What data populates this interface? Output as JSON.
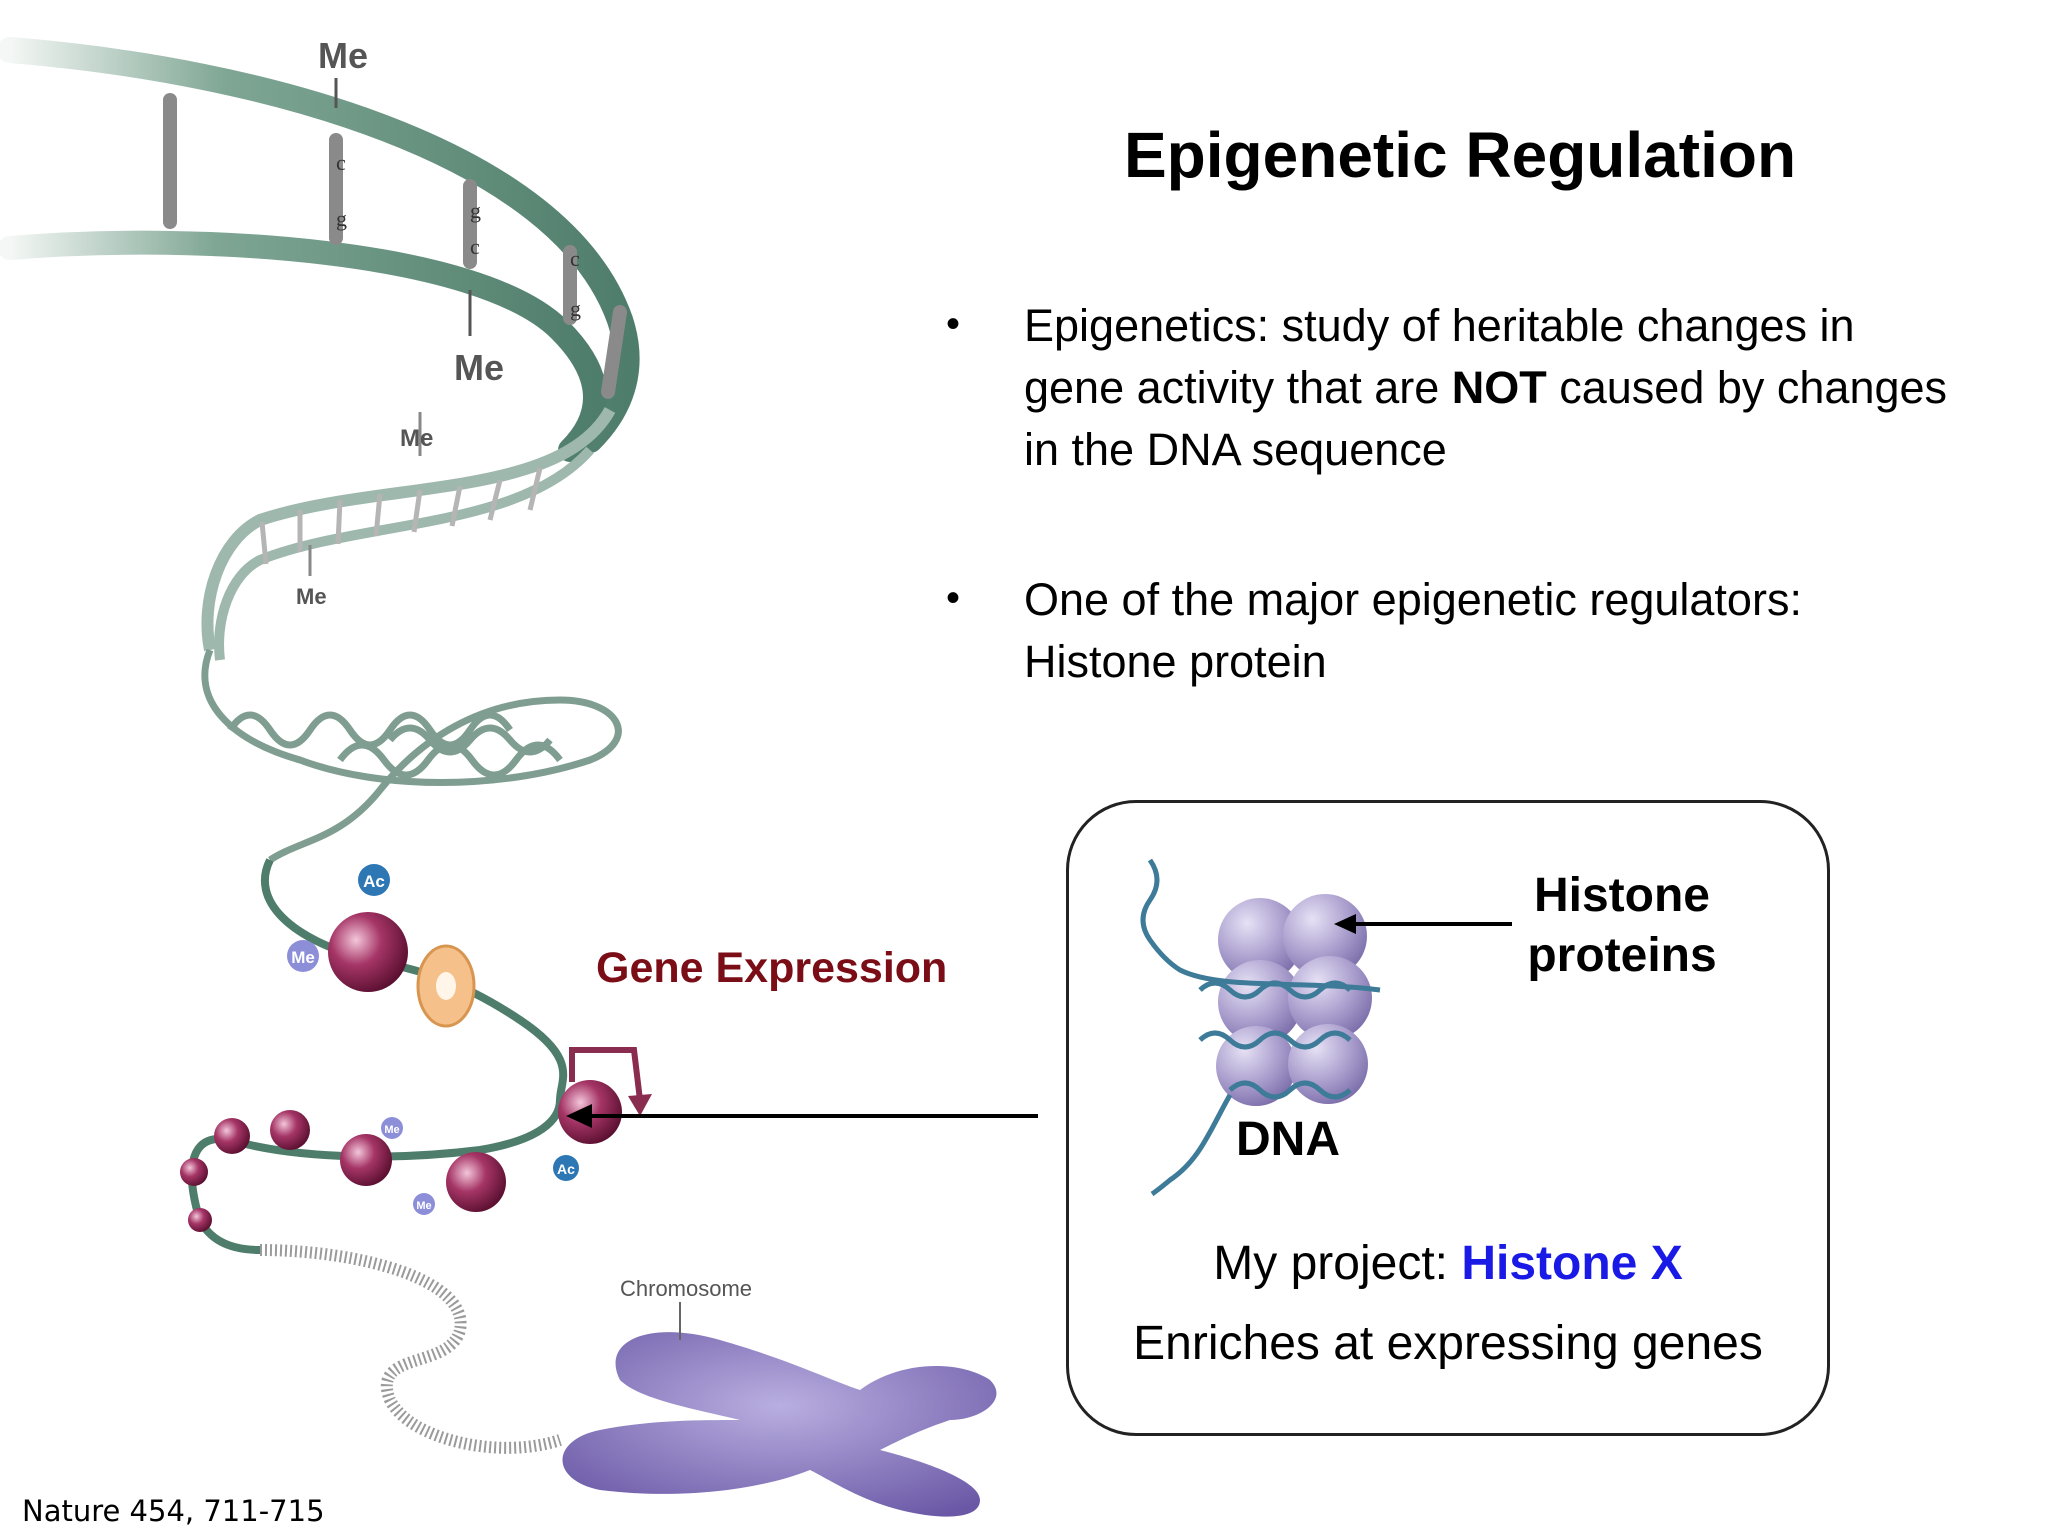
{
  "title": "Epigenetic Regulation",
  "bullets": [
    {
      "marker": "•",
      "text_before": "Epigenetics: study of heritable changes in gene activity that are ",
      "text_bold": "NOT",
      "text_after": " caused by changes in the DNA sequence"
    },
    {
      "marker": "•",
      "text": "One of the major epigenetic regulators: Histone protein"
    }
  ],
  "gene_expression_label": "Gene Expression",
  "illustration_labels": {
    "me": "Me",
    "ac": "Ac",
    "chromosome": "Chromosome",
    "bases": [
      "c",
      "g",
      "g",
      "c",
      "c",
      "g"
    ]
  },
  "inset": {
    "histone_line1": "Histone",
    "histone_line2": "proteins",
    "dna": "DNA",
    "project_prefix": "My project: ",
    "project_name": "Histone X",
    "enrich": "Enriches at expressing genes"
  },
  "credit": "Nature 454, 711-715",
  "colors": {
    "dna_green": "#5f8f7c",
    "gene_expression": "#7a0d16",
    "histone_x_blue": "#1a1ae6",
    "nucleosome": "#8e1d4a",
    "histone_purple": "#a89ccc",
    "chromosome": "#7f6bb0"
  }
}
